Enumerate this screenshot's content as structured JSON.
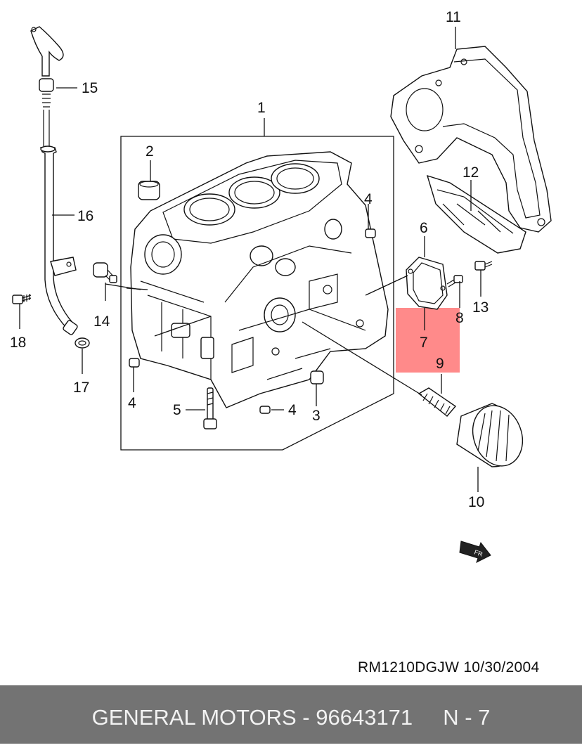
{
  "callouts": {
    "c1": "1",
    "c2": "2",
    "c3": "3",
    "c4a": "4",
    "c4b": "4",
    "c4c": "4",
    "c5": "5",
    "c6": "6",
    "c7": "7",
    "c8": "8",
    "c9": "9",
    "c10": "10",
    "c11": "11",
    "c12": "12",
    "c13": "13",
    "c14": "14",
    "c15": "15",
    "c16": "16",
    "c17": "17",
    "c18": "18"
  },
  "highlight_color": "#ff8a8a",
  "drawing_code": "RM1210DGJW  10/30/2004",
  "footer": {
    "text": "GENERAL MOTORS - 96643171     N - 7",
    "background": "#737373"
  }
}
